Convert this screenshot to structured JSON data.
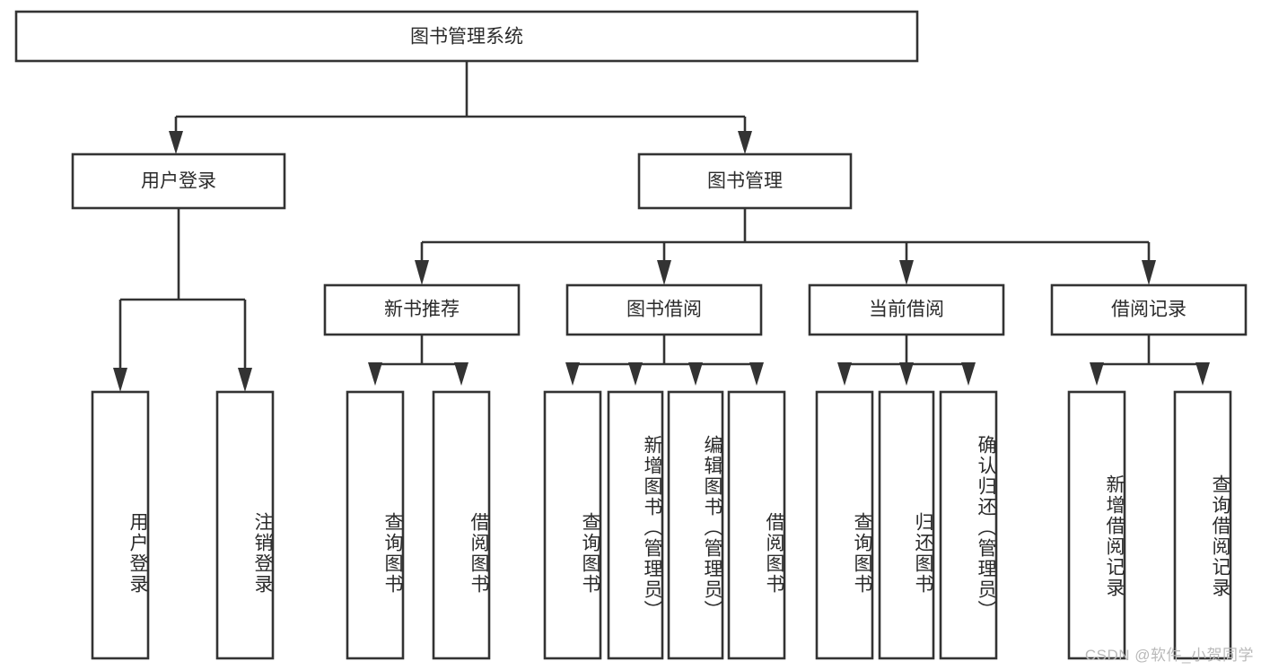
{
  "diagram": {
    "title": "图书管理系统",
    "type": "tree-hierarchy-chart",
    "watermark": "CSDN @软件_小贺同学",
    "root": {
      "label": "图书管理系统"
    },
    "level2": [
      {
        "label": "用户登录"
      },
      {
        "label": "图书管理"
      }
    ],
    "level3": [
      {
        "label": "新书推荐"
      },
      {
        "label": "图书借阅"
      },
      {
        "label": "当前借阅"
      },
      {
        "label": "借阅记录"
      }
    ],
    "leaves": {
      "user_login": [
        {
          "label": "用户登录"
        },
        {
          "label": "注销登录"
        }
      ],
      "new_book_recommend": [
        {
          "label": "查询图书"
        },
        {
          "label": "借阅图书"
        }
      ],
      "book_borrow": [
        {
          "label": "查询图书"
        },
        {
          "label": "新增图书（管理员）"
        },
        {
          "label": "编辑图书（管理员）"
        },
        {
          "label": "借阅图书"
        }
      ],
      "current_borrow": [
        {
          "label": "查询图书"
        },
        {
          "label": "归还图书"
        },
        {
          "label": "确认归还（管理员）"
        }
      ],
      "borrow_record": [
        {
          "label": "新增借阅记录"
        },
        {
          "label": "查询借阅记录"
        }
      ]
    },
    "colors": {
      "stroke": "#333333",
      "fill": "#ffffff",
      "text": "#2b2b2b",
      "watermark": "#b9b9b9"
    }
  }
}
